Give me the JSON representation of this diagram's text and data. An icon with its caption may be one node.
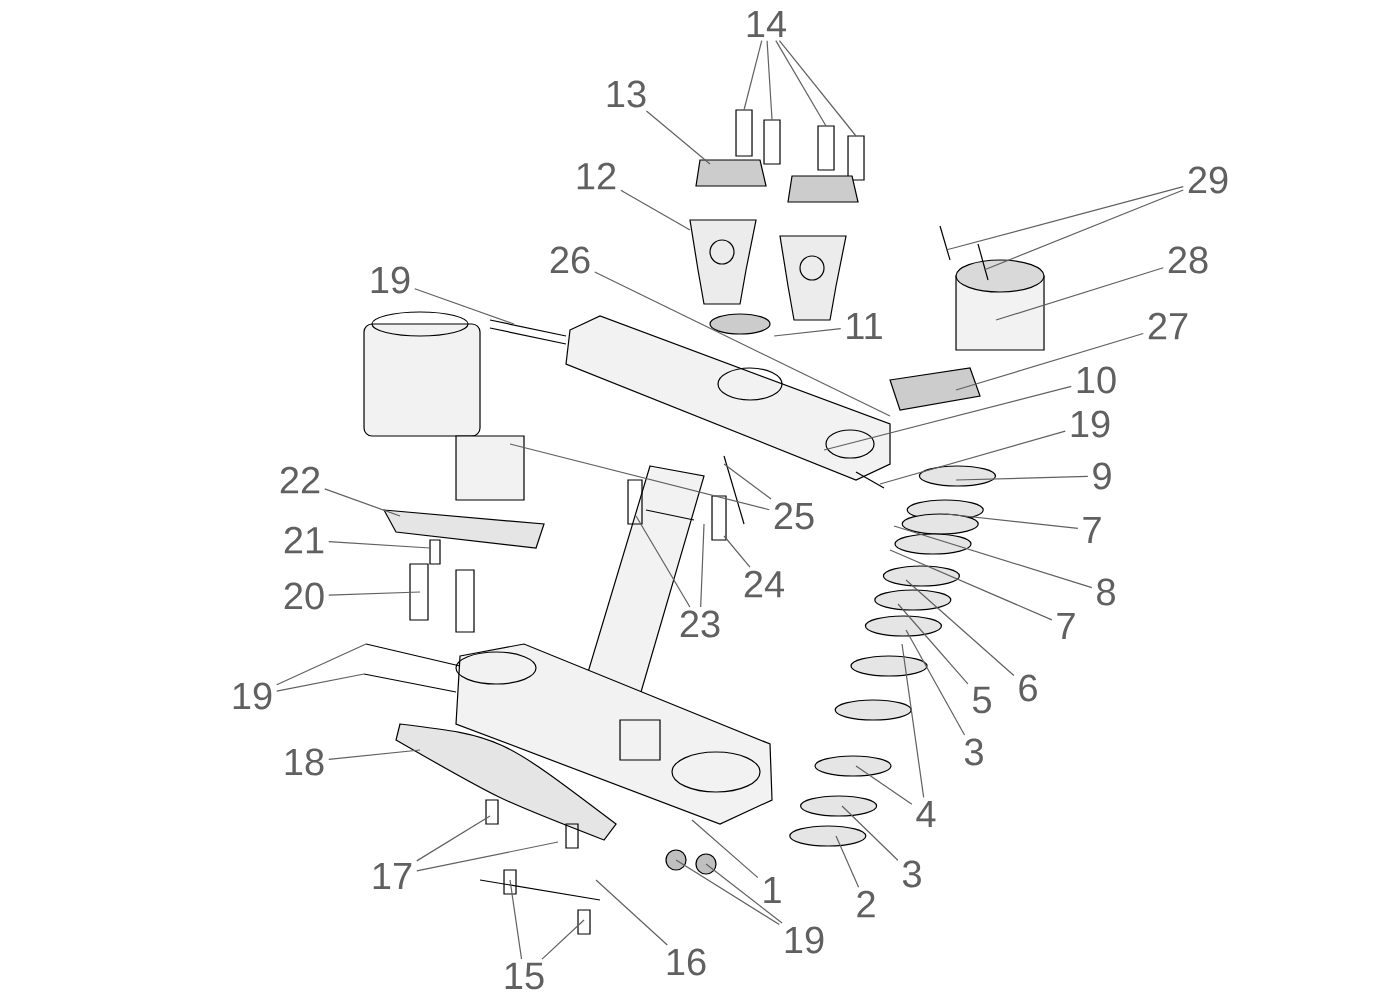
{
  "diagram": {
    "nodes": [
      {
        "text": [
          "14"
        ]
      },
      {
        "text": [
          "13"
        ]
      },
      {
        "text": [
          "12"
        ]
      },
      {
        "text": [
          "29"
        ]
      },
      {
        "text": [
          "28"
        ]
      },
      {
        "text": [
          "26"
        ]
      },
      {
        "text": [
          "11"
        ]
      },
      {
        "text": [
          "27"
        ]
      },
      {
        "text": [
          "19"
        ]
      },
      {
        "text": [
          "10"
        ]
      },
      {
        "text": [
          "19"
        ]
      },
      {
        "text": [
          "9"
        ]
      },
      {
        "text": [
          "22"
        ]
      },
      {
        "text": [
          "7"
        ]
      },
      {
        "text": [
          "25"
        ]
      },
      {
        "text": [
          "21"
        ]
      },
      {
        "text": [
          "24"
        ]
      },
      {
        "text": [
          "8"
        ]
      },
      {
        "text": [
          "20"
        ]
      },
      {
        "text": [
          "23"
        ]
      },
      {
        "text": [
          "7"
        ]
      },
      {
        "text": [
          "6"
        ]
      },
      {
        "text": [
          "19"
        ]
      },
      {
        "text": [
          "5"
        ]
      },
      {
        "text": [
          "3"
        ]
      },
      {
        "text": [
          "18"
        ]
      },
      {
        "text": [
          "4"
        ]
      },
      {
        "text": [
          "3"
        ]
      },
      {
        "text": [
          "2"
        ]
      },
      {
        "text": [
          "17"
        ]
      },
      {
        "text": [
          "1"
        ]
      },
      {
        "text": [
          "19"
        ]
      },
      {
        "text": [
          "16"
        ]
      },
      {
        "text": [
          "15"
        ]
      }
    ],
    "edges": [
      {
        "from": 0,
        "to": null,
        "arrow": "none"
      },
      {
        "from": 0,
        "to": null,
        "arrow": "none"
      },
      {
        "from": 0,
        "to": null,
        "arrow": "none"
      },
      {
        "from": 0,
        "to": null,
        "arrow": "none"
      },
      {
        "from": 1,
        "to": null,
        "arrow": "none"
      },
      {
        "from": 2,
        "to": null,
        "arrow": "none"
      },
      {
        "from": 3,
        "to": null,
        "arrow": "none"
      },
      {
        "from": 3,
        "to": null,
        "arrow": "none"
      },
      {
        "from": 4,
        "to": null,
        "arrow": "none"
      },
      {
        "from": 5,
        "to": null,
        "arrow": "none"
      },
      {
        "from": 6,
        "to": null,
        "arrow": "none"
      },
      {
        "from": 7,
        "to": null,
        "arrow": "none"
      },
      {
        "from": 8,
        "to": null,
        "arrow": "none"
      },
      {
        "from": 9,
        "to": null,
        "arrow": "none"
      },
      {
        "from": 10,
        "to": null,
        "arrow": "none"
      },
      {
        "from": 11,
        "to": null,
        "arrow": "none"
      },
      {
        "from": 12,
        "to": null,
        "arrow": "none"
      },
      {
        "from": 13,
        "to": null,
        "arrow": "none"
      },
      {
        "from": 14,
        "to": null,
        "arrow": "none"
      },
      {
        "from": 14,
        "to": null,
        "arrow": "none"
      },
      {
        "from": 15,
        "to": null,
        "arrow": "none"
      },
      {
        "from": 16,
        "to": null,
        "arrow": "none"
      },
      {
        "from": 17,
        "to": null,
        "arrow": "none"
      },
      {
        "from": 18,
        "to": null,
        "arrow": "none"
      },
      {
        "from": 19,
        "to": null,
        "arrow": "none"
      },
      {
        "from": 19,
        "to": null,
        "arrow": "none"
      },
      {
        "from": 20,
        "to": null,
        "arrow": "none"
      },
      {
        "from": 21,
        "to": null,
        "arrow": "none"
      },
      {
        "from": 22,
        "to": null,
        "arrow": "none"
      },
      {
        "from": 22,
        "to": null,
        "arrow": "none"
      },
      {
        "from": 23,
        "to": null,
        "arrow": "none"
      },
      {
        "from": 24,
        "to": null,
        "arrow": "none"
      },
      {
        "from": 25,
        "to": null,
        "arrow": "none"
      },
      {
        "from": 26,
        "to": null,
        "arrow": "none"
      },
      {
        "from": 26,
        "to": null,
        "arrow": "none"
      },
      {
        "from": 27,
        "to": null,
        "arrow": "none"
      },
      {
        "from": 28,
        "to": null,
        "arrow": "none"
      },
      {
        "from": 29,
        "to": null,
        "arrow": "none"
      },
      {
        "from": 29,
        "to": null,
        "arrow": "none"
      },
      {
        "from": 30,
        "to": null,
        "arrow": "none"
      },
      {
        "from": 31,
        "to": null,
        "arrow": "none"
      },
      {
        "from": 31,
        "to": null,
        "arrow": "none"
      },
      {
        "from": 32,
        "to": null,
        "arrow": "none"
      },
      {
        "from": 33,
        "to": null,
        "arrow": "none"
      },
      {
        "from": 33,
        "to": null,
        "arrow": "none"
      }
    ]
  }
}
